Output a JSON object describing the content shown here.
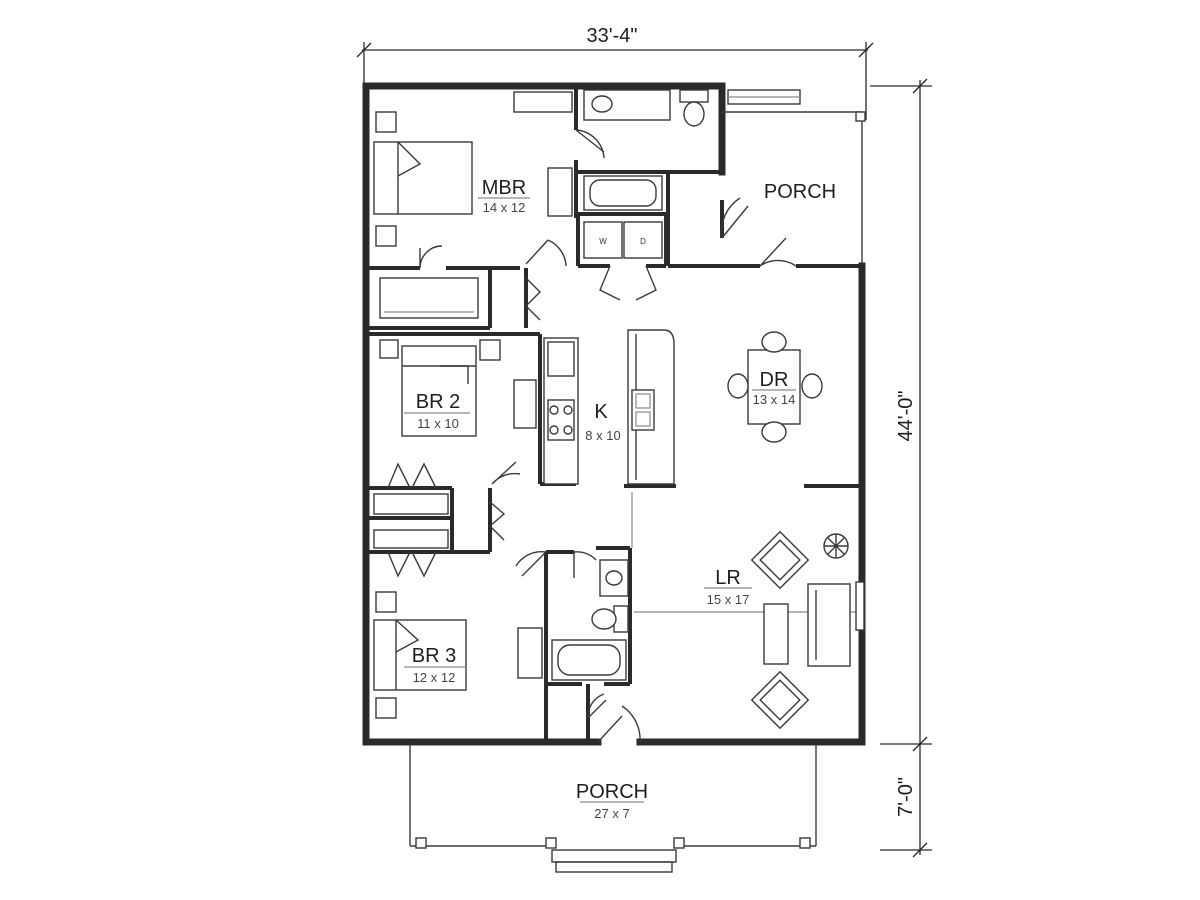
{
  "dimensions": {
    "width": "33'-4\"",
    "depth": "44'-0\"",
    "porch_depth": "7'-0\""
  },
  "rooms": {
    "mbr": {
      "name": "MBR",
      "size": "14 x 12"
    },
    "br2": {
      "name": "BR 2",
      "size": "11 x 10"
    },
    "br3": {
      "name": "BR 3",
      "size": "12 x 12"
    },
    "kitchen": {
      "name": "K",
      "size": "8 x 10"
    },
    "dining": {
      "name": "DR",
      "size": "13 x 14"
    },
    "living": {
      "name": "LR",
      "size": "15 x 17"
    },
    "side_porch": {
      "name": "PORCH"
    },
    "front_porch": {
      "name": "PORCH",
      "size": "27 x 7"
    }
  },
  "appliances": {
    "washer": "W",
    "dryer": "D"
  }
}
